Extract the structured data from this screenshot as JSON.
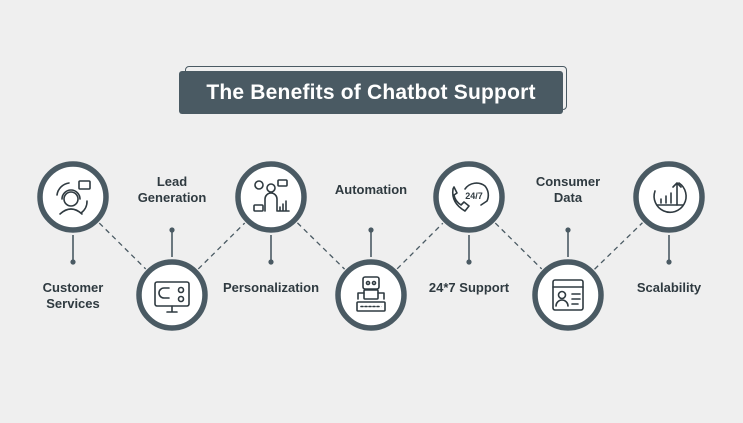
{
  "title": "The Benefits of Chatbot Support",
  "colors": {
    "node_ring": "#4a5a63",
    "node_fill": "#ffffff",
    "icon_stroke": "#2f3a40",
    "text": "#2f3a40",
    "background": "#efefef",
    "title_bg": "#4a5a63",
    "title_text": "#ffffff"
  },
  "nodes": [
    {
      "id": "customer-services",
      "icon": "headset-agent-icon",
      "label_lines": [
        "Customer",
        "Services"
      ],
      "position": "top"
    },
    {
      "id": "lead-generation",
      "icon": "magnet-monitor-icon",
      "label_lines": [
        "Lead",
        "Generation"
      ],
      "position": "bottom"
    },
    {
      "id": "personalization",
      "icon": "person-analytics-icon",
      "label_lines": [
        "Personalization"
      ],
      "position": "top"
    },
    {
      "id": "automation",
      "icon": "robot-keyboard-icon",
      "label_lines": [
        "Automation"
      ],
      "position": "bottom"
    },
    {
      "id": "support-24-7",
      "icon": "phone-24-7-icon",
      "label_lines": [
        "24*7 Support"
      ],
      "position": "top"
    },
    {
      "id": "consumer-data",
      "icon": "id-card-icon",
      "label_lines": [
        "Consumer",
        "Data"
      ],
      "position": "bottom"
    },
    {
      "id": "scalability",
      "icon": "growth-chart-icon",
      "label_lines": [
        "Scalability"
      ],
      "position": "top"
    }
  ]
}
